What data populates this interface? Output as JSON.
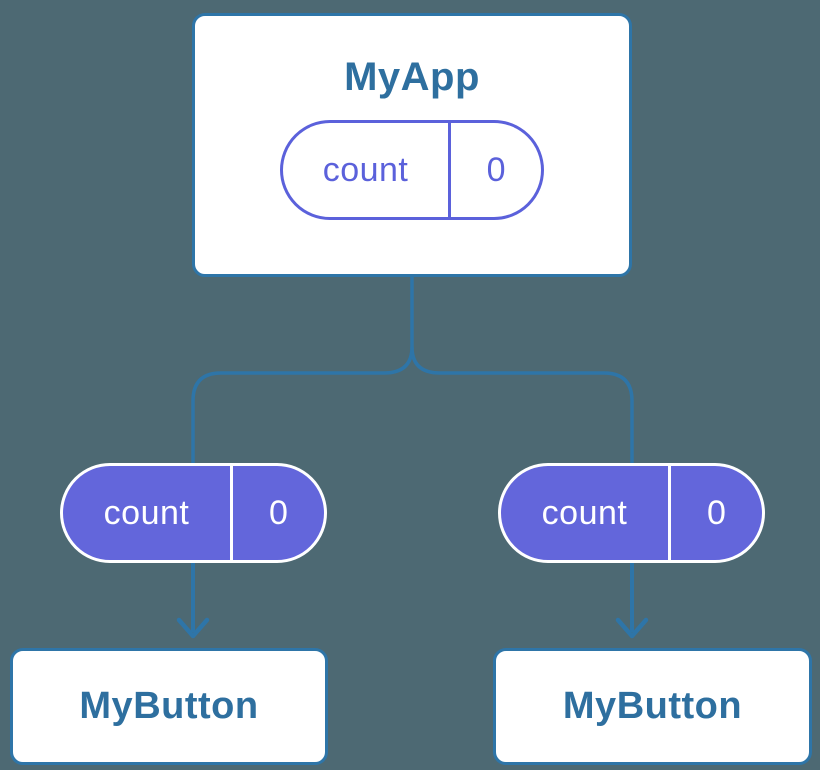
{
  "colors": {
    "background": "#4D6973",
    "line": "#2E75A8",
    "node_text": "#2E6F9F",
    "pill_outline": "#5B61DB",
    "pill_fill": "#6366DB",
    "pill_text_on_fill": "#FFFFFF"
  },
  "tree": {
    "root": {
      "title": "MyApp",
      "pill": {
        "label": "count",
        "value": "0",
        "style": "outlined"
      }
    },
    "children": [
      {
        "pill": {
          "label": "count",
          "value": "0",
          "style": "filled"
        },
        "title": "MyButton"
      },
      {
        "pill": {
          "label": "count",
          "value": "0",
          "style": "filled"
        },
        "title": "MyButton"
      }
    ]
  }
}
